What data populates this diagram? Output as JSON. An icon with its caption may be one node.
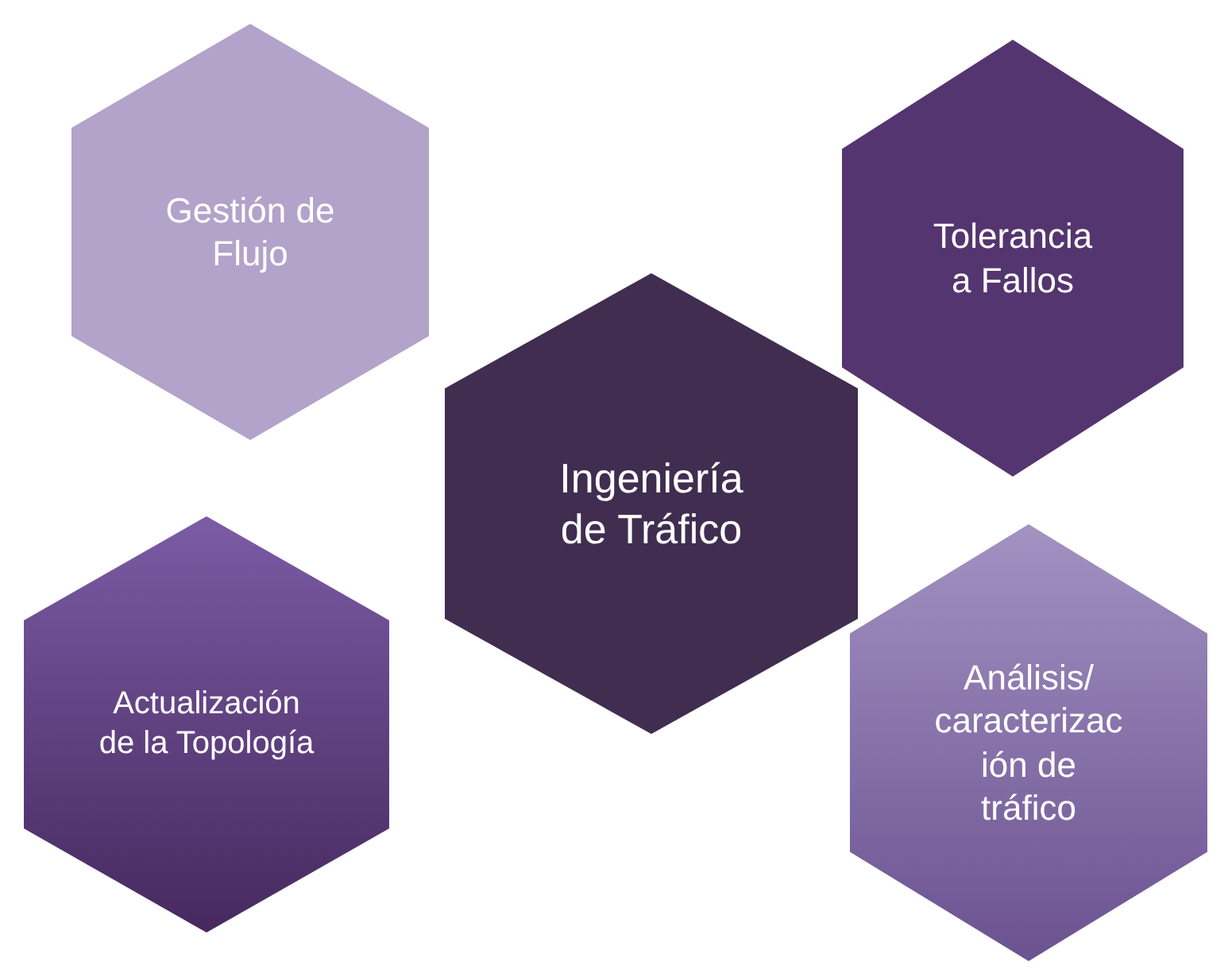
{
  "diagram": {
    "nodes": [
      {
        "text": [
          "Gestión de Flujo"
        ]
      },
      {
        "text": [
          "Tolerancia a Fallos"
        ]
      },
      {
        "text": [
          "Ingeniería de Tráfico"
        ]
      },
      {
        "text": [
          "Actualización de la Topología"
        ]
      },
      {
        "text": [
          "Análisis/ caracterización de tráfico"
        ]
      }
    ]
  }
}
